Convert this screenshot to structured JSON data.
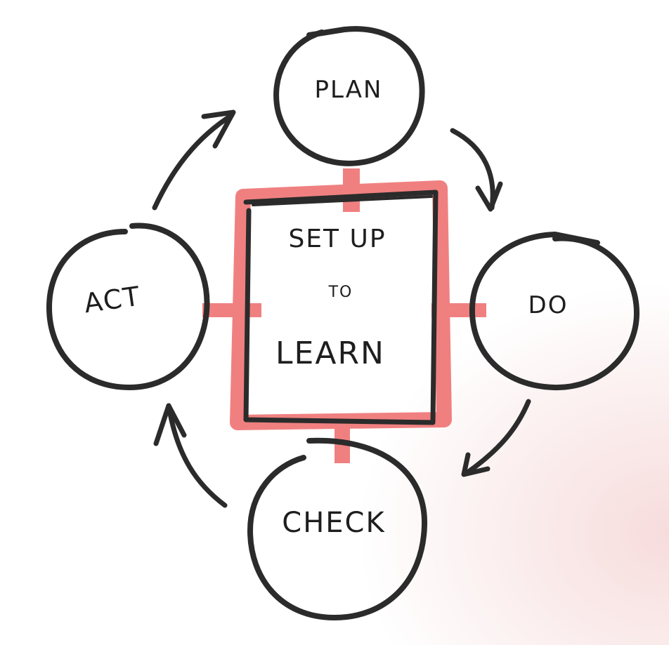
{
  "diagram": {
    "center": {
      "line1": "SET UP",
      "line2": "TO",
      "line3": "LEARN"
    },
    "nodes": {
      "plan": "PLAN",
      "do": "DO",
      "check": "CHECK",
      "act": "ACT"
    },
    "colors": {
      "ink": "#2b2b2b",
      "accent": "#f08080",
      "background_tint": "#f7dcdc"
    }
  }
}
